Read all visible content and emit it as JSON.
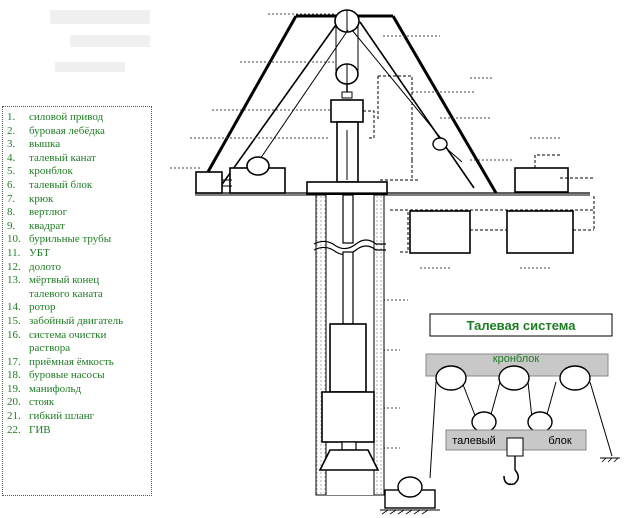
{
  "legend": {
    "items": [
      {
        "num": "1.",
        "text": "силовой привод"
      },
      {
        "num": "2.",
        "text": "буровая лебёдка"
      },
      {
        "num": "3.",
        "text": "вышка"
      },
      {
        "num": "4.",
        "text": "талевый канат"
      },
      {
        "num": "5.",
        "text": "кронблок"
      },
      {
        "num": "6.",
        "text": "талевый блок"
      },
      {
        "num": "7.",
        "text": "крюк"
      },
      {
        "num": "8.",
        "text": "вертлюг"
      },
      {
        "num": "9.",
        "text": "квадрат"
      },
      {
        "num": "10.",
        "text": "бурильные трубы"
      },
      {
        "num": "11.",
        "text": "УБТ"
      },
      {
        "num": "12.",
        "text": "долото"
      },
      {
        "num": "13.",
        "text": "мёртвый конец",
        "cont": "талевого каната"
      },
      {
        "num": "14.",
        "text": "ротор"
      },
      {
        "num": "15.",
        "text": "забойный двигатель"
      },
      {
        "num": "16.",
        "text": "система очистки",
        "cont": "раствора"
      },
      {
        "num": "17.",
        "text": "приёмная ёмкость"
      },
      {
        "num": "18.",
        "text": "буровые насосы"
      },
      {
        "num": "19.",
        "text": "манифольд"
      },
      {
        "num": "20.",
        "text": "стояк"
      },
      {
        "num": "21.",
        "text": "гибкий шланг"
      },
      {
        "num": "22.",
        "text": "ГИВ"
      }
    ]
  },
  "inset": {
    "title": "Талевая система",
    "crown_label": "кронблок",
    "block_label_left": "талевый",
    "block_label_right": "блок"
  },
  "colors": {
    "legend_text": "#1e7d23",
    "inset_title": "#1e7d23",
    "box_fill": "#c8c8c8",
    "line": "#000000"
  }
}
